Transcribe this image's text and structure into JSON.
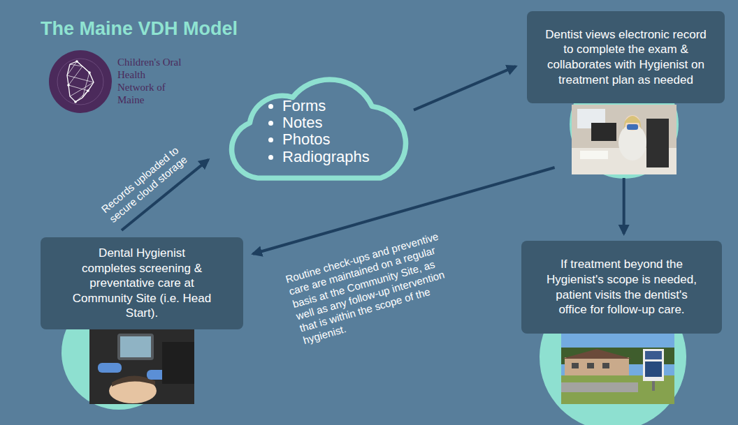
{
  "diagram": {
    "title": "The Maine VDH Model",
    "nodes": [
      {
        "text": [
          "Dental Hygienist completes screening & preventative care at Community Site (i.e. Head Start)."
        ]
      },
      {
        "text": [
          "Forms",
          "Notes",
          "Photos",
          "Radiographs"
        ]
      },
      {
        "text": [
          "Dentist views electronic record to complete the exam & collaborates with Hygienist on treatment plan as needed"
        ]
      },
      {
        "text": [
          "If treatment beyond the Hygienist's scope is needed, patient visits the dentist's office for follow-up care."
        ]
      }
    ],
    "edges": [
      {
        "from": 0,
        "to": 1,
        "label": "Records uploaded to secure cloud storage",
        "arrow": "to"
      },
      {
        "from": 1,
        "to": 2,
        "arrow": "to"
      },
      {
        "from": 2,
        "to": 0,
        "label": "Routine check-ups and preventive care are maintained on a regular basis at the Community Site, as well as any follow-up intervention that is within the scope of the hygienist.",
        "arrow": "to"
      },
      {
        "from": 2,
        "to": 3,
        "arrow": "to"
      }
    ],
    "labels": [
      "Children's Oral Health Network of Maine"
    ]
  }
}
